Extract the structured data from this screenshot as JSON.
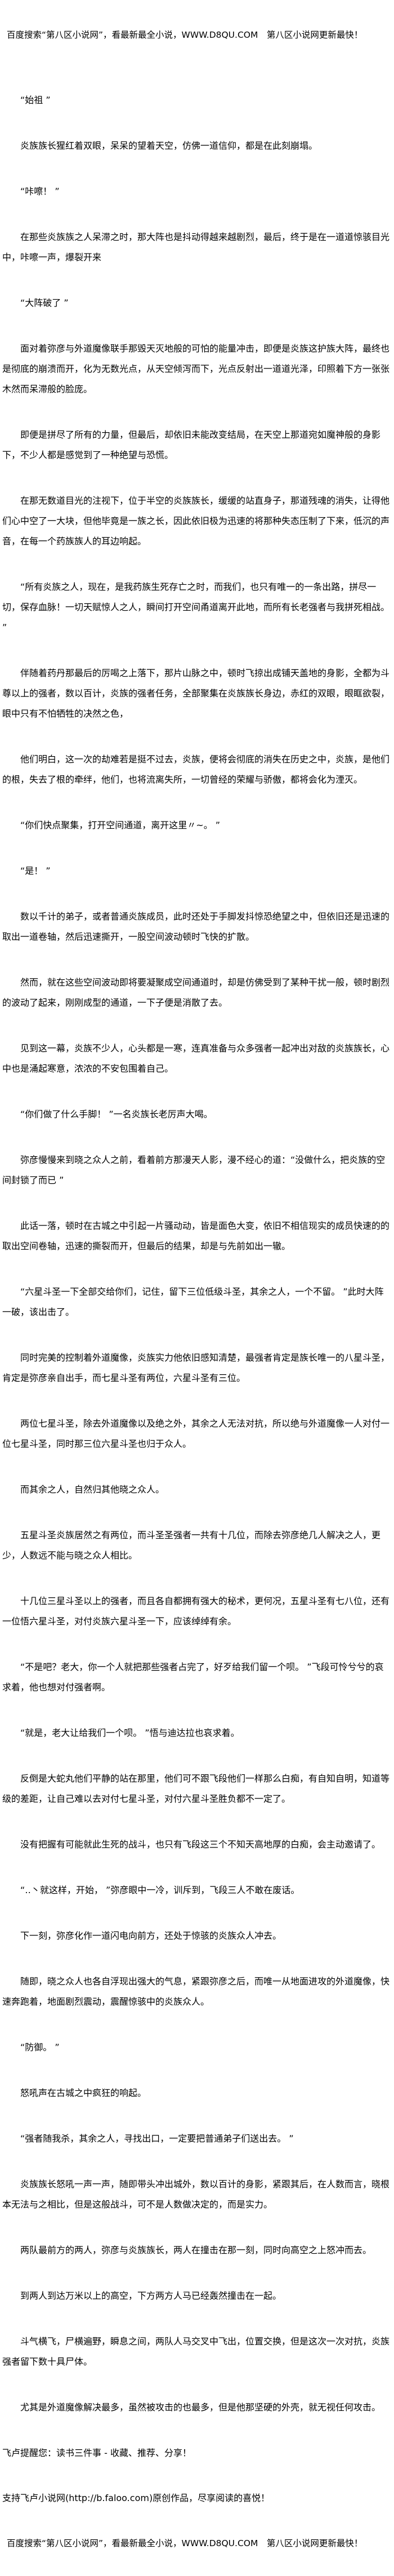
{
  "banner_top": "百度搜索“第八区小说网”，看最新最全小说，WWW.D8QU.COM　第八区小说网更新最快！",
  "paragraphs": [
    "“始祖 ”",
    "炎族族长猩红着双眼，呆呆的望着天空，仿佛一道信仰，都是在此刻崩塌。",
    "“咔嚓！ ”",
    "在那些炎族族之人呆滞之时，那大阵也是抖动得越来越剧烈，最后，终于是在一道道惊骇目光中，咔嚓一声，爆裂开来",
    "“大阵破了 ”",
    "面对着弥彦与外道魔像联手那毁天灭地般的可怕的能量冲击，即便是炎族这护族大阵，最终也是彻底的崩溃而开，化为无数光点，从天空倾泻而下，光点反射出一道道光泽，印照着下方一张张木然而呆滞般的脸庞。",
    "即便是拼尽了所有的力量，但最后，却依旧未能改变结局，在天空上那道宛如魔神般的身影下，不少人都是感觉到了一种绝望与恐慌。",
    "在那无数道目光的注视下，位于半空的炎族族长，缓缓的站直身子，那道残魂的消失，让得他们心中空了一大块，但他毕竟是一族之长，因此依旧极为迅速的将那种失态压制了下来，低沉的声音，在每一个药族族人的耳边响起。",
    "“所有炎族之人，现在，是我药族生死存亡之时，而我们，也只有唯一的一条出路，拼尽一切，保存血脉！一切天赋惊人之人，瞬间打开空间甬道离开此地，而所有长老强者与我拼死相战。 ”",
    "伴随着药丹那最后的厉喝之上落下，那片山脉之中，顿时飞掠出成铺天盖地的身影，全都为斗尊以上的强者，数以百计，炎族的强者任务，全部聚集在炎族族长身边，赤红的双眼，眼眶欲裂，眼中只有不怕牺牲的决然之色，",
    "他们明白，这一次的劫难若是挺不过去，炎族，便将会彻底的消失在历史之中，炎族，是他们的根，失去了根的牵绊，他们，也将流离失所，一切曾经的荣耀与骄傲，都将会化为湮灭。",
    "“你们快点聚集，打开空间通道，离开这里〃~。 ”",
    "“是！ ”",
    "数以千计的弟子，或者普通炎族成员，此时还处于手脚发抖惊恐绝望之中，但依旧还是迅速的取出一道卷轴，然后迅速撕开，一股空间波动顿时飞快的扩散。",
    "然而，就在这些空间波动即将要凝聚成空间通道时，却是仿佛受到了某种干扰一般，顿时剧烈的波动了起来，刚刚成型的通道，一下子便是消散了去。",
    "见到这一幕，炎族不少人，心头都是一寒，连真准备与众多强者一起冲出对敌的炎族族长，心中也是涌起寒意，浓浓的不安包围着自己。",
    "“你们做了什么手脚！ ”一名炎族长老厉声大喝。",
    "弥彦慢慢来到晓之众人之前，看着前方那漫天人影，漫不经心的道：“没做什么，把炎族的空间封锁了而已 ”",
    "此话一落，顿时在古城之中引起一片骚动动，皆是面色大变，依旧不相信现实的成员快速的的取出空间卷轴，迅速的撕裂而开，但最后的结果，却是与先前如出一辙。",
    "“六星斗圣一下全部交给你们，记住，留下三位低级斗圣，其余之人，一个不留。 ”此时大阵一破，该出击了。",
    "同时完美的控制着外道魔像，炎族实力他依旧感知清楚，最强者肯定是族长唯一的八星斗圣，肯定是弥彦亲自出手，而七星斗圣有两位，六星斗圣有三位。",
    "两位七星斗圣，除去外道魔像以及绝之外，其余之人无法对抗，所以绝与外道魔像一人对付一位七星斗圣，同时那三位六星斗圣也归于众人。",
    "而其余之人，自然归其他晓之众人。",
    "五星斗圣炎族居然之有两位，而斗圣圣强者一共有十几位，而除去弥彦绝几人解决之人，更少，人数远不能与晓之众人相比。",
    "十几位三星斗圣以上的强者，而且各自都拥有强大的秘术，更何况，五星斗圣有七八位，还有一位悟六星斗圣，对付炎族六星斗圣一下，应该绰绰有余。",
    "“不是吧？老大，你一个人就把那些强者占完了，好歹给我们留一个呗。 ”飞段可怜兮兮的哀求着，他也想对付强者啊。",
    "“就是，老大让给我们一个呗。 ”悟与迪达拉也哀求着。",
    "反倒是大蛇丸他们平静的站在那里，他们可不跟飞段他们一样那么白痴，有自知自明，知道等级的差距，让自己难以去对付七星斗圣，对付六星斗圣胜负都不一定了。",
    "没有把握有可能就此生死的战斗，也只有飞段这三个不知天高地厚的白痴，会主动邀请了。",
    "“‥丶就这样，开始， ”弥彦眼中一冷，训斥到，飞段三人不敢在废话。",
    "下一刻，弥彦化作一道闪电向前方，还处于惊骇的炎族众人冲去。",
    "随即，晓之众人也各自浮现出强大的气息，紧跟弥彦之后，而唯一从地面进攻的外道魔像，快速奔跑着，地面剧烈震动，震醒惊骇中的炎族众人。",
    "“防御。 ”",
    "怒吼声在古城之中疯狂的响起。",
    "“强者随我杀，其余之人，寻找出口，一定要把普通弟子们送出去。 ”",
    "炎族族长怒吼一声一声，随即带头冲出城外，数以百计的身影，紧跟其后，在人数而言，晓根本无法与之相比，但是这般战斗，可不是人数做决定的，而是实力。",
    "两队最前方的两人，弥彦与炎族族长，两人在撞击在那一刻，同时向高空之上怒冲而去。",
    "到两人到达万米以上的高空，下方两方人马已经轰然撞击在一起。",
    "斗气横飞，尸横遍野，瞬息之间，两队人马交叉中飞出，位置交换，但是这次一次对抗，炎族强者留下数十具尸体。",
    "尤其是外道魔像解决最多，虽然被攻击的也最多，但是他那坚硬的外壳，就无视任何攻击。"
  ],
  "footer": {
    "reminder": "飞卢提醒您：读书三件事 - 收藏、推荐、分享！",
    "support": "支持飞卢小说网(http://b.faloo.com)原创作品，尽享阅读的喜悦！"
  },
  "banner_bottom": "百度搜索“第八区小说网”，看最新最全小说，WWW.D8QU.COM　第八区小说网更新最快！"
}
